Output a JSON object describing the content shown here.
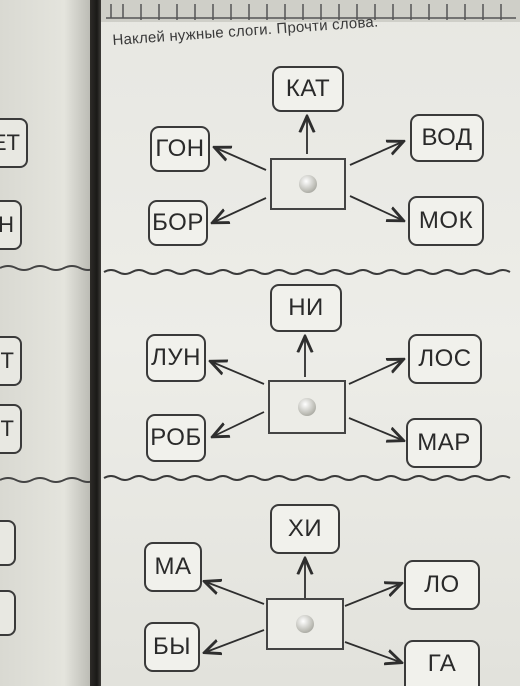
{
  "instruction": "Наклей нужные слоги. Прочти слова.",
  "exercises": [
    {
      "top": "КАТ",
      "left_top": "ГОН",
      "left_bottom": "БОР",
      "right_top": "ВОД",
      "right_bottom": "МОК"
    },
    {
      "top": "НИ",
      "left_top": "ЛУН",
      "left_bottom": "РОБ",
      "right_top": "ЛОС",
      "right_bottom": "МАР"
    },
    {
      "top": "ХИ",
      "left_top": "МА",
      "left_bottom": "БЫ",
      "right_top": "ЛО",
      "right_bottom": "ГА"
    }
  ],
  "left_page_fragments": [
    "ЕТ",
    "Н",
    "Т",
    "Т"
  ]
}
